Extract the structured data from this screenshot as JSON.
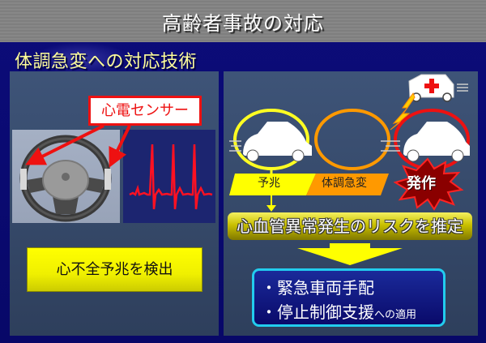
{
  "slide": {
    "title": "高齢者事故の対応",
    "subtitle": "体調急変への対応技術"
  },
  "left_panel": {
    "sensor_label": "心電センサー",
    "steering_wheel_image": "steering-wheel-with-ecg-sensors",
    "ecg_image": "ecg-waveform",
    "detect_box": "心不全予兆を検出"
  },
  "right_panel": {
    "stages": [
      {
        "label": "予兆",
        "color": "#ffff00",
        "ring_color": "#ffff22"
      },
      {
        "label": "体調急変",
        "color": "#ff9900",
        "ring_color": "#ff9900"
      },
      {
        "label": "発作",
        "color": "#7a0000",
        "ring_color": "#ee1111"
      }
    ],
    "ambulance_icon": "ambulance",
    "risk_estimate": "心血管異常発生のリスクを推定",
    "actions": {
      "line1": "・緊急車両手配",
      "line2_main": "・停止制御支援",
      "line2_suffix": "への適用"
    }
  },
  "colors": {
    "background": "#0a0a6e",
    "panel": "#3e5478",
    "title_bar": "#828282",
    "subtitle_text": "#ffff99",
    "accent_red": "#ee1111",
    "accent_cyan": "#22ccee"
  }
}
